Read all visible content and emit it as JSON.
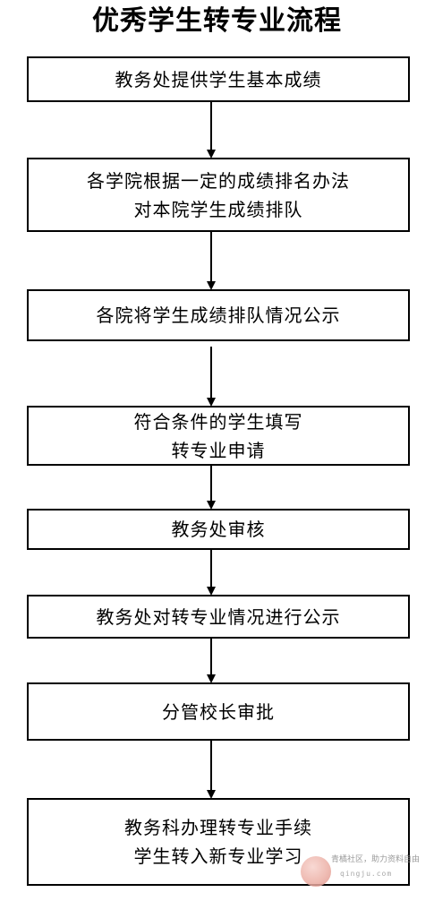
{
  "title": "优秀学生转专业流程",
  "steps": [
    {
      "lines": [
        "教务处提供学生基本成绩"
      ]
    },
    {
      "lines": [
        "各学院根据一定的成绩排名办法",
        "对本院学生成绩排队"
      ]
    },
    {
      "lines": [
        "各院将学生成绩排队情况公示"
      ]
    },
    {
      "lines": [
        "符合条件的学生填写",
        "转专业申请"
      ]
    },
    {
      "lines": [
        "教务处审核"
      ]
    },
    {
      "lines": [
        "教务处对转专业情况进行公示"
      ]
    },
    {
      "lines": [
        "分管校长审批"
      ]
    },
    {
      "lines": [
        "教务科办理转专业手续",
        "学生转入新专业学习"
      ]
    }
  ],
  "watermark": {
    "text": "青橘社区，助力资料自由",
    "url": "qingju.com"
  },
  "colors": {
    "line": "#000000",
    "background": "#ffffff"
  }
}
